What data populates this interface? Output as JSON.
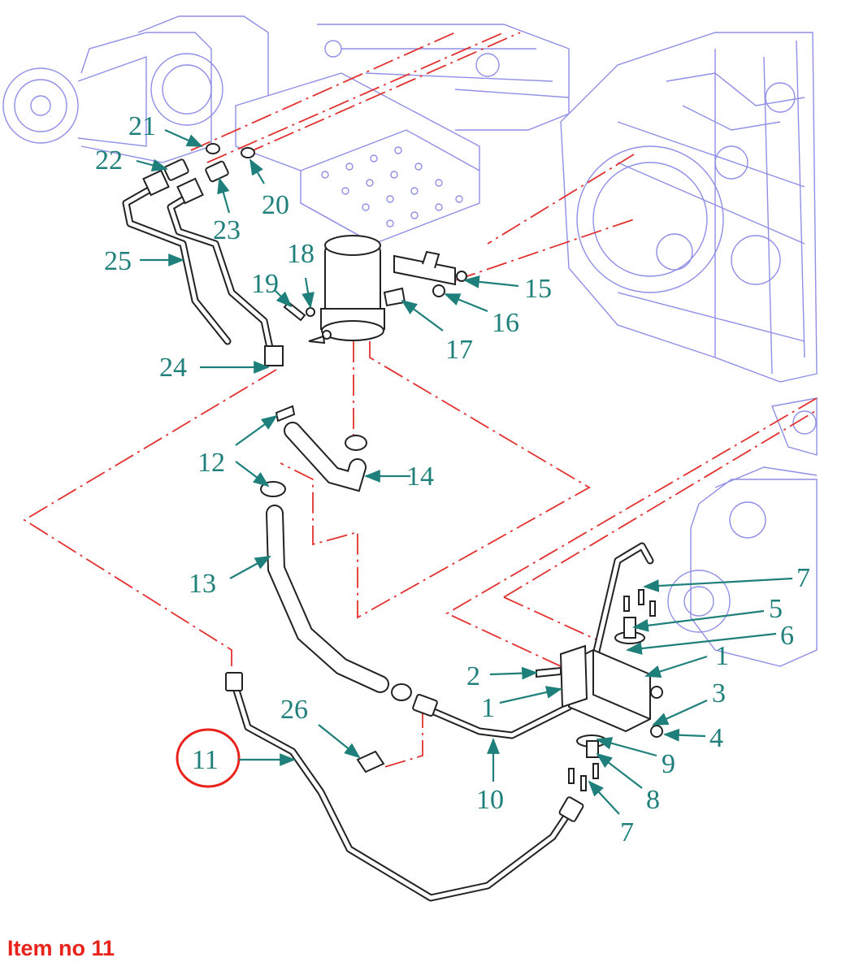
{
  "caption": "Item no 11",
  "highlight_color": "#e8231c",
  "callout_color": "#1f7f7a",
  "background_line_color": "#8f8fe6",
  "centerline_color": "#e2312f",
  "highlighted_item": "11",
  "callouts": {
    "c1a": "1",
    "c1b": "1",
    "c2": "2",
    "c3": "3",
    "c4": "4",
    "c5": "5",
    "c6": "6",
    "c7a": "7",
    "c7b": "7",
    "c8": "8",
    "c9": "9",
    "c10": "10",
    "c11": "11",
    "c12": "12",
    "c13": "13",
    "c14": "14",
    "c15": "15",
    "c16": "16",
    "c17": "17",
    "c18": "18",
    "c19": "19",
    "c20": "20",
    "c21": "21",
    "c22": "22",
    "c23": "23",
    "c24": "24",
    "c25": "25",
    "c26": "26"
  }
}
